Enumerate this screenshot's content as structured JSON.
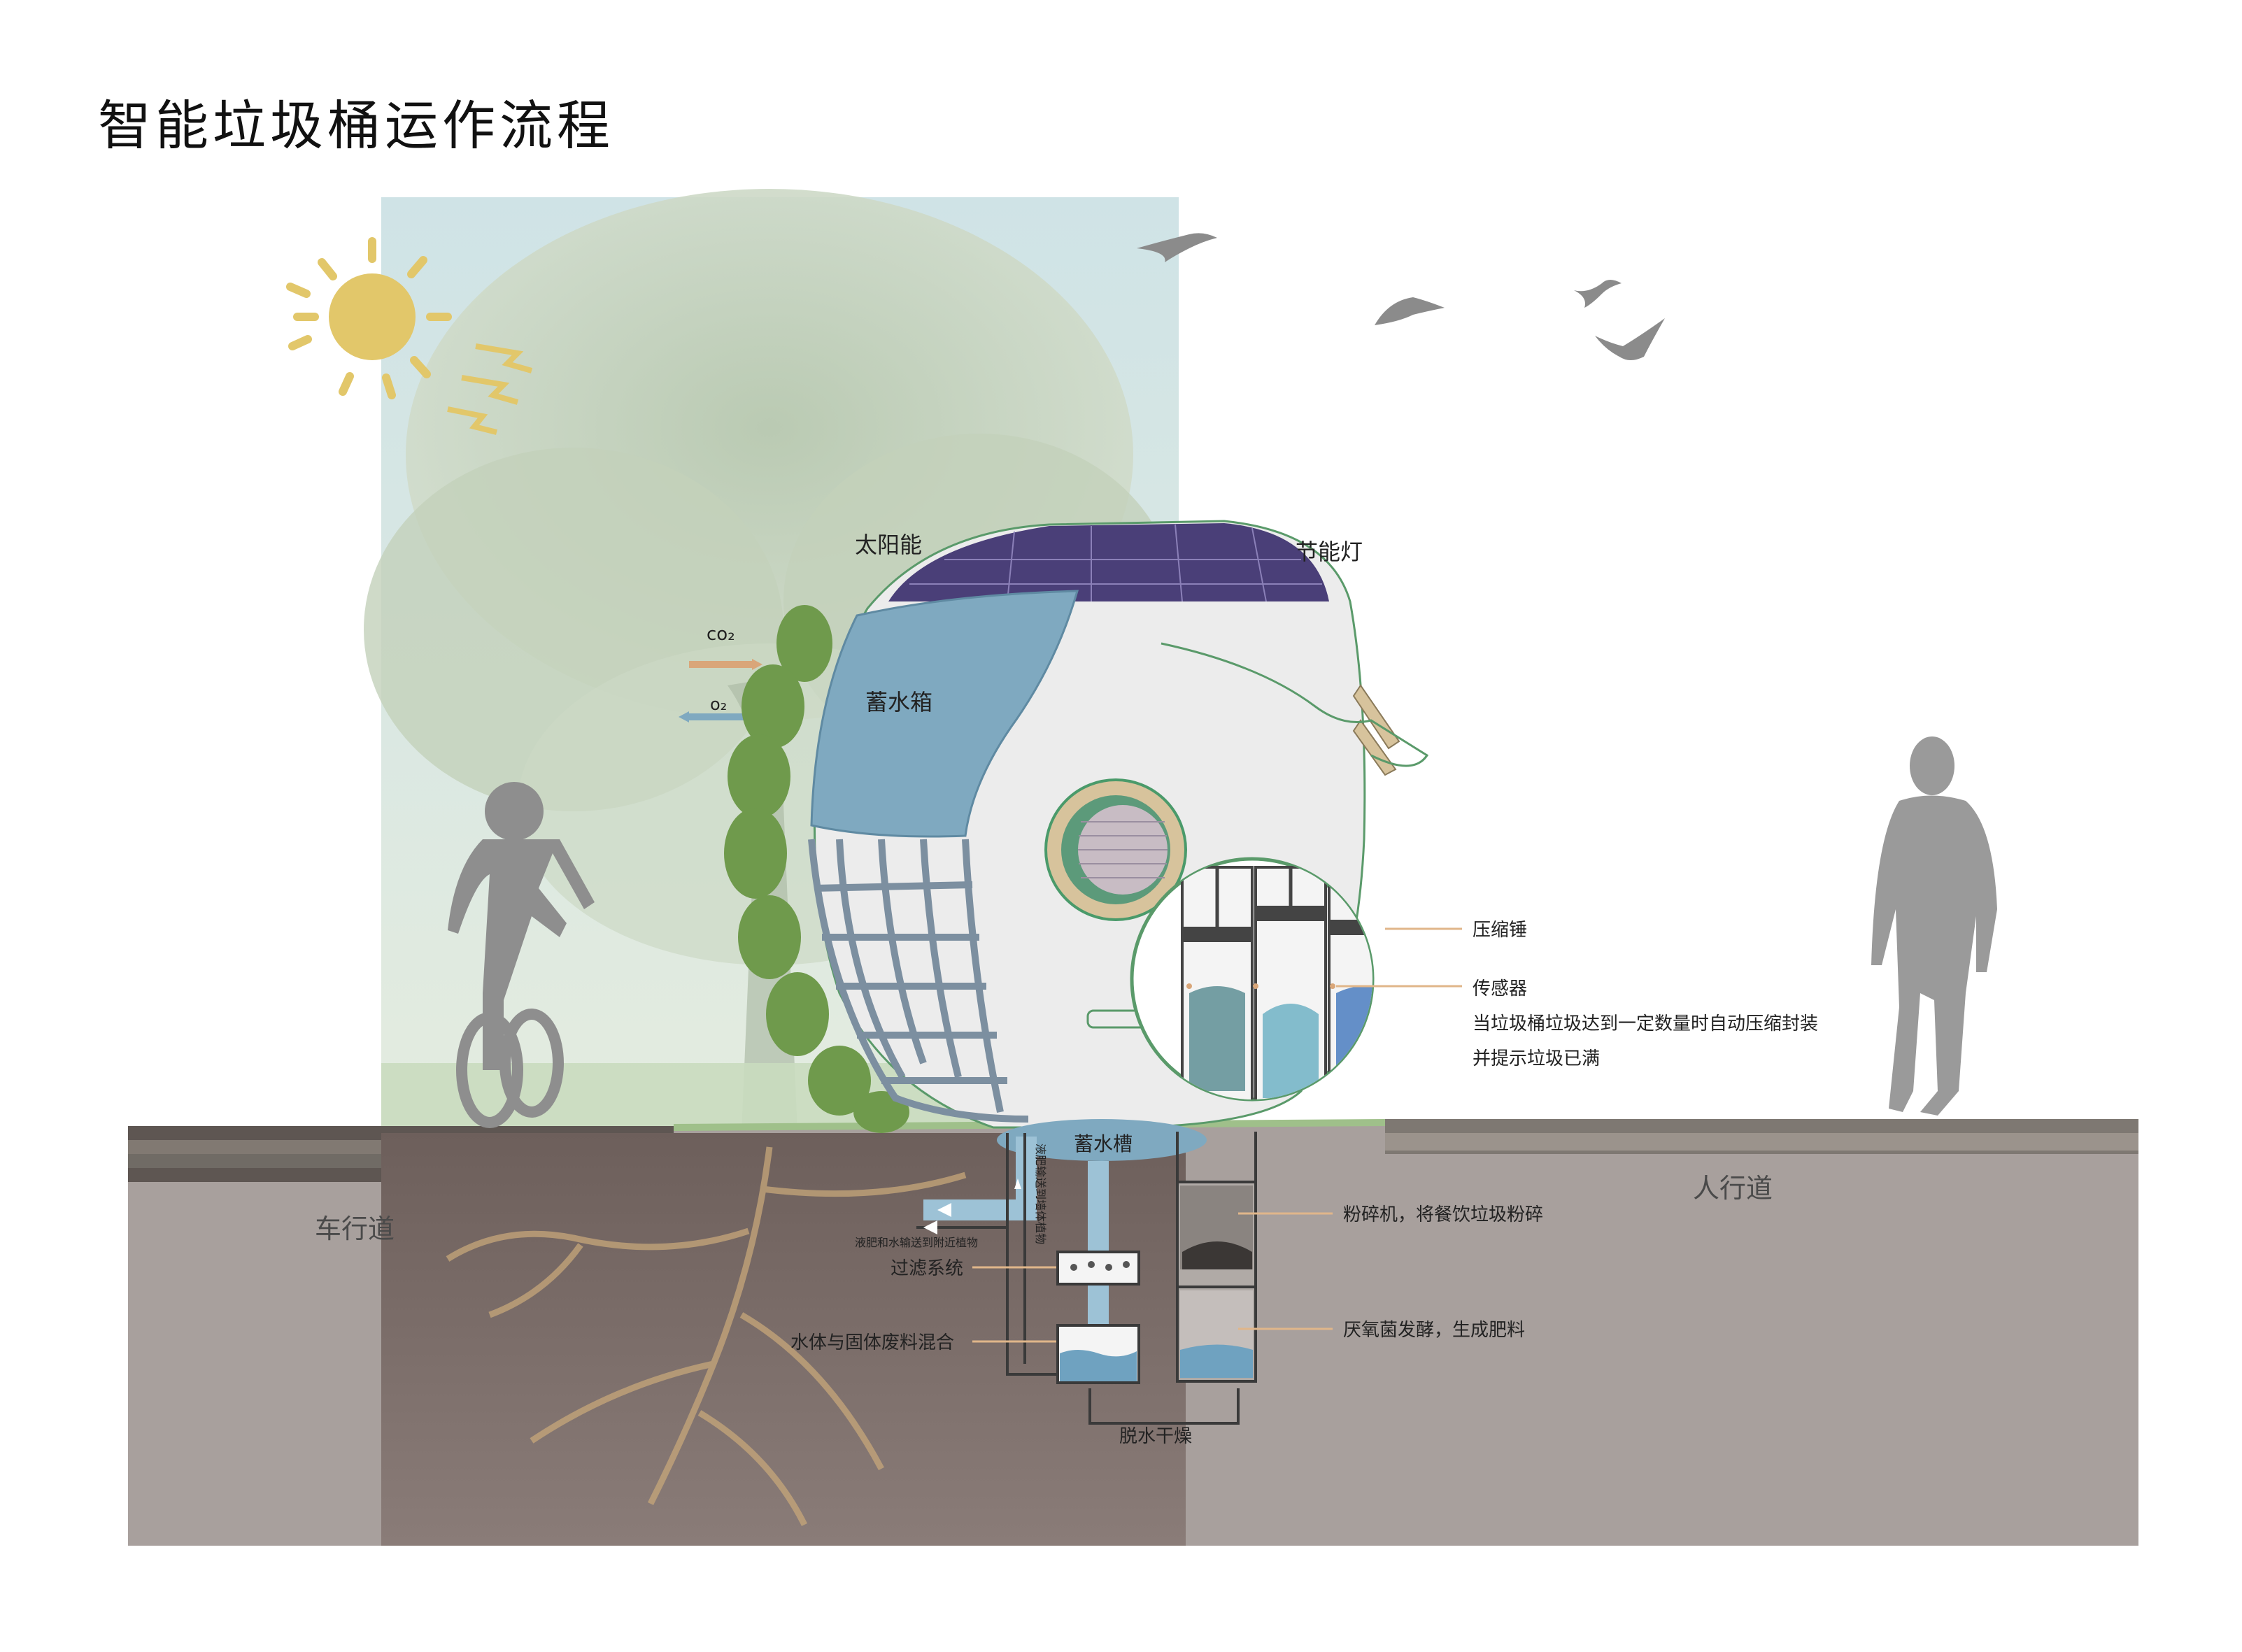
{
  "title": "智能垃圾桶运作流程",
  "labels": {
    "solar": "太阳能",
    "lamp": "节能灯",
    "water_tank": "蓄水箱",
    "water_trough": "蓄水槽",
    "co2": "co₂",
    "o2": "o₂",
    "compress_hammer": "压缩锤",
    "sensor": "传感器",
    "sensor_note_1": "当垃圾桶垃圾达到一定数量时自动压缩封装",
    "sensor_note_2": "并提示垃圾已满",
    "crusher": "粉碎机，将餐饮垃圾粉碎",
    "ferment": "厌氧菌发酵，生成肥料",
    "filter": "过滤系统",
    "mix": "水体与固体废料混合",
    "dehydrate": "脱水干燥",
    "fertilizer_out": "液肥和水输送到附近植物",
    "fertilizer_pipe": "液肥输送到墙体植物",
    "roadway": "车行道",
    "sidewalk": "人行道"
  },
  "colors": {
    "sun": "#E2C76A",
    "water_blue": "#7FA9C0",
    "solar_panel": "#4A3F78",
    "soil": "#7D6E6A",
    "ground_gray": "#A8A09D",
    "silhouette": "#8E8E8E",
    "leader": "#E0B68A"
  }
}
